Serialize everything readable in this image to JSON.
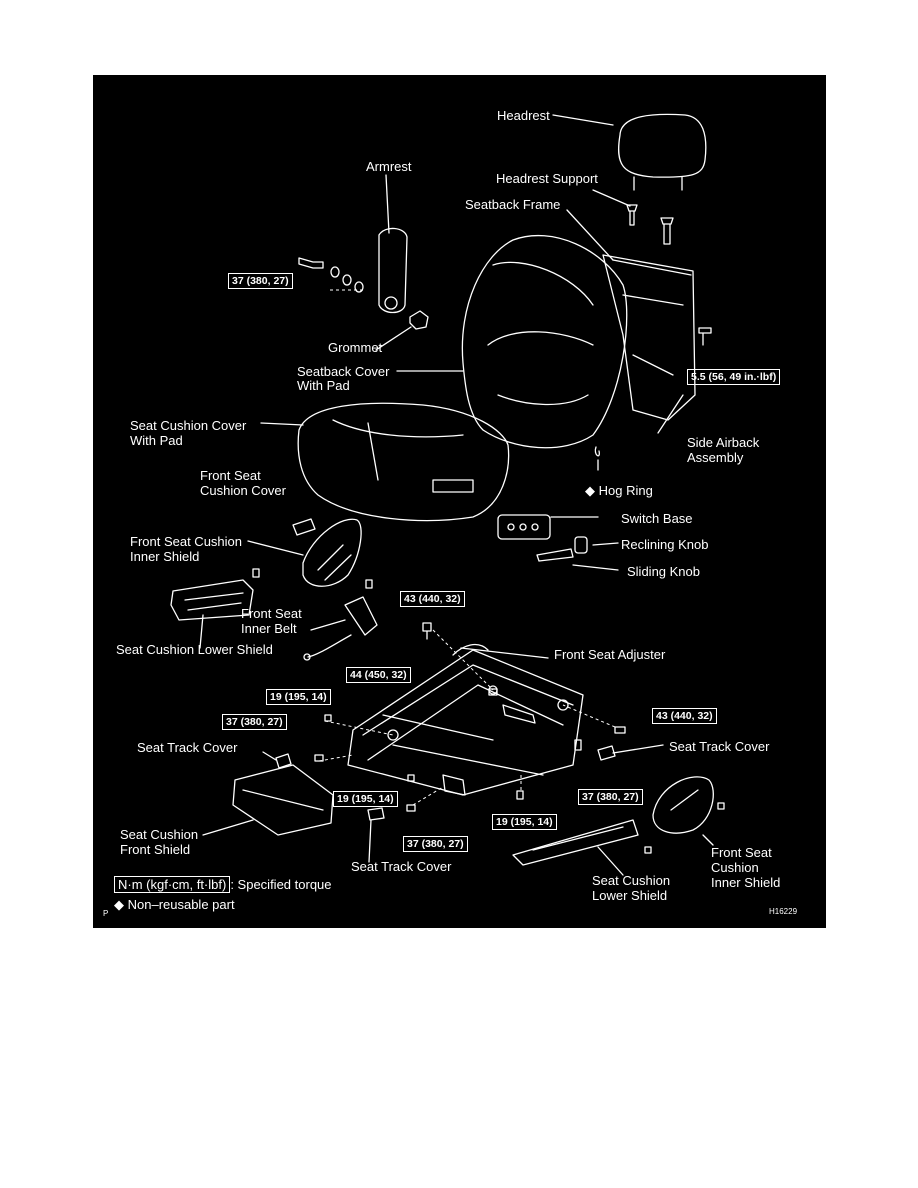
{
  "labels": {
    "headrest": "Headrest",
    "armrest": "Armrest",
    "headrest_support": "Headrest Support",
    "seatback_frame": "Seatback Frame",
    "grommet": "Grommet",
    "seatback_cover_1": "Seatback Cover",
    "seatback_cover_2": "With Pad",
    "seat_cushion_cover_1": "Seat Cushion Cover",
    "seat_cushion_cover_2": "With Pad",
    "side_airback_1": "Side Airback",
    "side_airback_2": "Assembly",
    "hog_ring": "◆ Hog Ring",
    "front_seat_cushion_cover_1": "Front Seat",
    "front_seat_cushion_cover_2": "Cushion Cover",
    "switch_base": "Switch Base",
    "reclining_knob": "Reclining Knob",
    "sliding_knob": "Sliding Knob",
    "front_seat_cushion_inner_shield_1": "Front Seat Cushion",
    "front_seat_cushion_inner_shield_2": "Inner Shield",
    "front_seat_inner_belt_1": "Front Seat",
    "front_seat_inner_belt_2": "Inner Belt",
    "seat_cushion_lower_shield_left": "Seat Cushion Lower Shield",
    "front_seat_adjuster": "Front Seat Adjuster",
    "seat_track_cover_left": "Seat Track Cover",
    "seat_track_cover_right": "Seat Track Cover",
    "seat_track_cover_bottom": "Seat Track Cover",
    "seat_cushion_front_shield_1": "Seat Cushion",
    "seat_cushion_front_shield_2": "Front Shield",
    "seat_cushion_lower_shield_bottom_1": "Seat Cushion",
    "seat_cushion_lower_shield_bottom_2": "Lower Shield",
    "front_seat_cushion_inner_shield_right_1": "Front Seat",
    "front_seat_cushion_inner_shield_right_2": "Cushion",
    "front_seat_cushion_inner_shield_right_3": "Inner Shield"
  },
  "torques": {
    "armrest_bolt": "37 (380, 27)",
    "airback_bolt": "5.5 (56, 49 in.·lbf)",
    "adjuster_top": "43 (440, 32)",
    "inner_belt": "44 (450, 32)",
    "left_upper": "19 (195, 14)",
    "left_lower": "37 (380, 27)",
    "right": "43 (440, 32)",
    "right_lower": "37 (380, 27)",
    "center": "19 (195, 14)",
    "center_lower": "37 (380, 27)",
    "bottom_right": "19 (195, 14)"
  },
  "legend": {
    "unit_box": "N·m (kgf·cm, ft·lbf)",
    "unit_text": ": Specified torque",
    "p_mark": "P",
    "non_reusable": "◆ Non–reusable part"
  },
  "figure_id": "H16229"
}
